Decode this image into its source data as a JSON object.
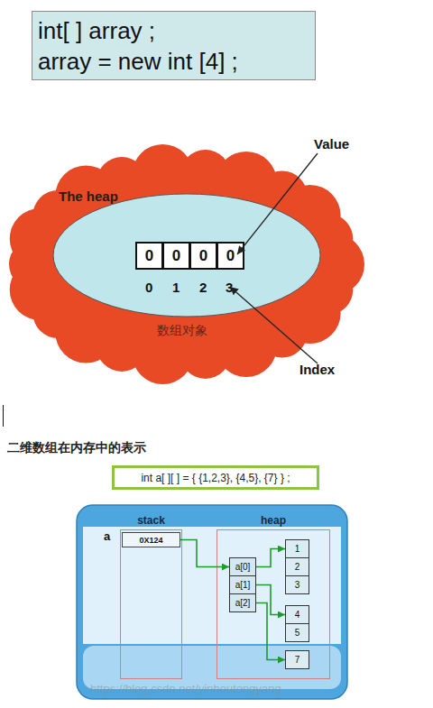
{
  "diagram": {
    "nodes": [
      {
        "text": [
          "int[ ] array ;",
          "array = new int [4] ;"
        ]
      },
      {
        "text": [
          "The heap",
          "数组对象"
        ]
      },
      {
        "text": [
          "0"
        ],
        "in": 1
      },
      {
        "text": [
          "0"
        ],
        "in": 1
      },
      {
        "text": [
          "0"
        ],
        "in": 1
      },
      {
        "text": [
          "0"
        ],
        "in": 1
      },
      {
        "text": [
          "int a[ ][ ] = { {1,2,3}, {4,5}, {7} } ;"
        ]
      },
      {
        "text": [
          "stack"
        ]
      },
      {
        "text": [
          "0X124"
        ],
        "in": 7
      },
      {
        "text": [
          "heap"
        ]
      },
      {
        "text": [
          "a[0]"
        ],
        "in": 9
      },
      {
        "text": [
          "a[1]"
        ],
        "in": 9
      },
      {
        "text": [
          "a[2]"
        ],
        "in": 9
      },
      {
        "text": [
          "1"
        ],
        "in": 9
      },
      {
        "text": [
          "2"
        ],
        "in": 9
      },
      {
        "text": [
          "3"
        ],
        "in": 9
      },
      {
        "text": [
          "4"
        ],
        "in": 9
      },
      {
        "text": [
          "5"
        ],
        "in": 9
      },
      {
        "text": [
          "7"
        ],
        "in": 9
      }
    ],
    "edges": [
      {
        "from": 8,
        "to": 10,
        "arrow": "to"
      },
      {
        "from": 10,
        "to": 13,
        "arrow": "to"
      },
      {
        "from": 11,
        "to": 16,
        "arrow": "to"
      },
      {
        "from": 12,
        "to": 18,
        "arrow": "to"
      }
    ],
    "labels": [
      "Value",
      "Index",
      "0",
      "1",
      "2",
      "3",
      "二维数组在内存中的表示",
      "a",
      "https://blog.csdn.net/yinhoutongyang"
    ]
  }
}
